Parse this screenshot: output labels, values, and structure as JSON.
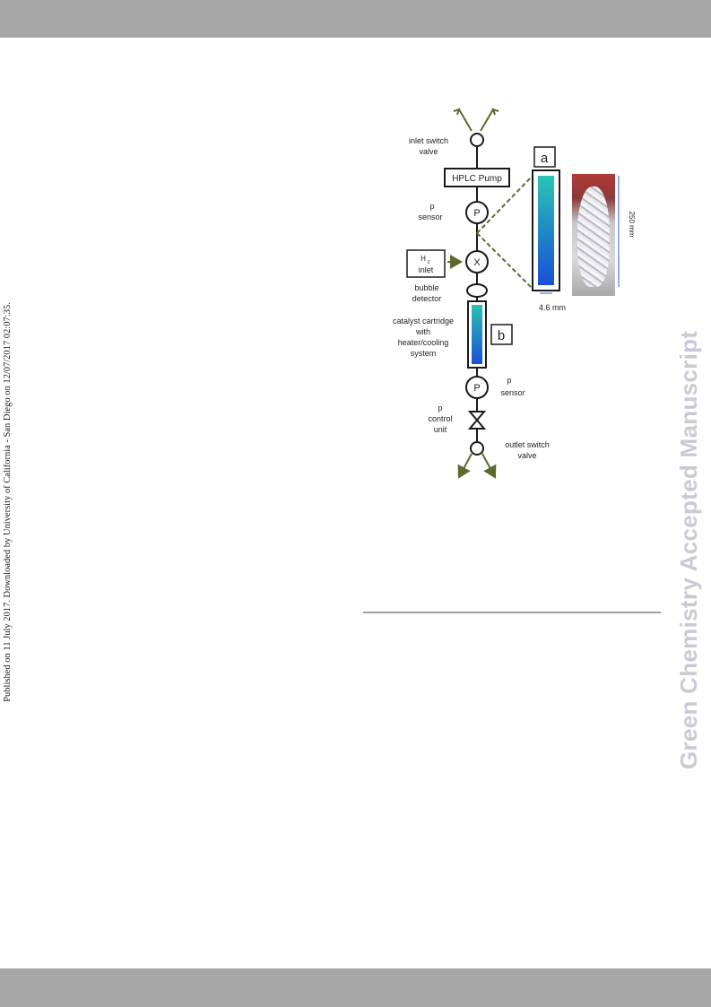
{
  "page": {
    "side_note": "Published on 11 July 2017. Downloaded by University of California - San Diego on 12/07/2017 02:07:35.",
    "watermark": "Green Chemistry Accepted Manuscript"
  },
  "figure": {
    "labels": {
      "inlet_valve_1": "inlet switch",
      "inlet_valve_2": "valve",
      "pump": "HPLC Pump",
      "p_sensor_1_a": "p",
      "p_sensor_1_b": "sensor",
      "p_symbol": "P",
      "h2_a": "H",
      "h2_sub": "2",
      "h2_b": "inlet",
      "mixer_symbol": "X",
      "bubble_a": "bubble",
      "bubble_b": "detector",
      "catalyst_a": "catalyst cartridge",
      "catalyst_b": "with",
      "catalyst_c": "heater/cooling",
      "catalyst_d": "system",
      "panel_b": "b",
      "panel_a": "a",
      "p_sensor_2_a": "p",
      "p_sensor_2_b": "sensor",
      "control_a": "p",
      "control_b": "control",
      "control_c": "unit",
      "outlet_a": "outlet switch",
      "outlet_b": "valve",
      "dim_width": "4.6 mm",
      "dim_length": "250 mm"
    },
    "colors": {
      "line": "#1a1a1a",
      "arrow": "#5a6b2e",
      "dashed": "#5a6b2e",
      "cartridge_top": "#29c4b4",
      "cartridge_bottom": "#1a4fd6",
      "dimension": "#4a7bd6"
    }
  }
}
